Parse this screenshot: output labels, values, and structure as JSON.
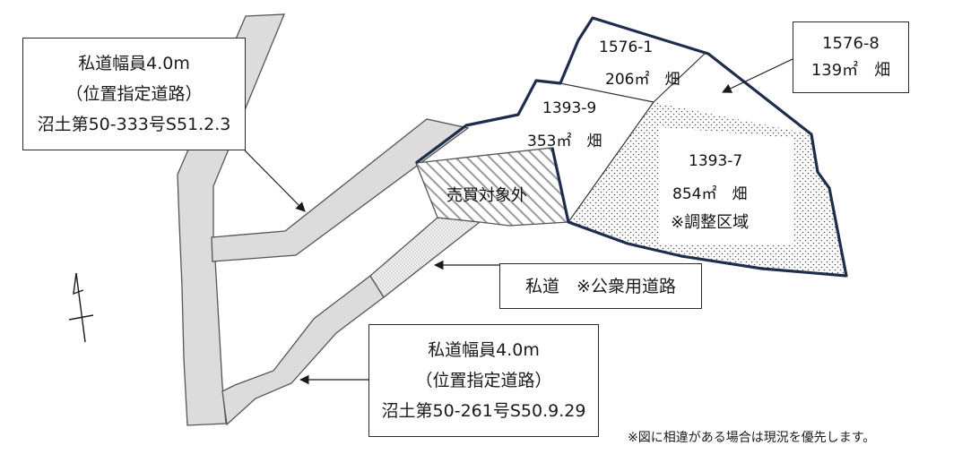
{
  "colors": {
    "road_fill": "#dcdcdc",
    "road_stroke": "#555555",
    "plot_border": "#1f2d4d",
    "label_border": "#2b2b2b"
  },
  "callouts": {
    "road_upper": {
      "line1": "私道幅員4.0m",
      "line2": "（位置指定道路）",
      "line3": "沼土第50-333号S51.2.3"
    },
    "road_lower": {
      "line1": "私道幅員4.0m",
      "line2": "（位置指定道路）",
      "line3": "沼土第50-261号S50.9.29"
    },
    "plot_1576_8": {
      "line1": "1576-8",
      "line2": "139㎡　畑"
    },
    "private_road": {
      "label": "私道　※公衆用道路"
    }
  },
  "plots": {
    "p1576_1": {
      "number": "1576-1",
      "area": "206㎡　畑"
    },
    "p1393_9": {
      "number": "1393-9",
      "area": "353㎡　畑"
    },
    "p1393_7": {
      "number": "1393-7",
      "area": "854㎡　畑",
      "note": "※調整区域"
    },
    "excluded": {
      "label": "売買対象外"
    }
  },
  "footnote": "※図に相違がある場合は現況を優先します。"
}
